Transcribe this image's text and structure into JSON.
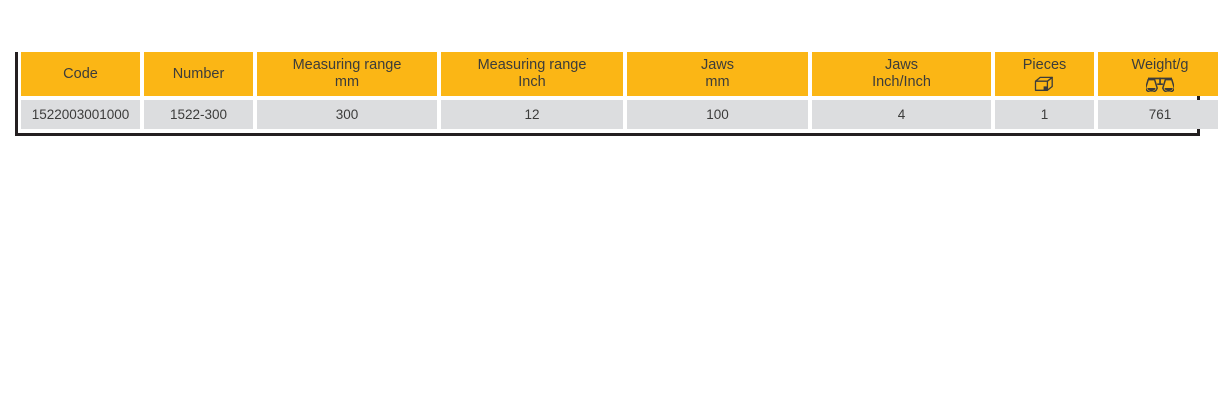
{
  "table": {
    "columns": [
      {
        "key": "code",
        "label": "Code",
        "sub": "",
        "icon": ""
      },
      {
        "key": "number",
        "label": "Number",
        "sub": "",
        "icon": ""
      },
      {
        "key": "range_mm",
        "label": "Measuring range",
        "sub": "mm",
        "icon": ""
      },
      {
        "key": "range_inch",
        "label": "Measuring range",
        "sub": "Inch",
        "icon": ""
      },
      {
        "key": "jaws_mm",
        "label": "Jaws",
        "sub": "mm",
        "icon": ""
      },
      {
        "key": "jaws_inch",
        "label": "Jaws",
        "sub": "Inch/Inch",
        "icon": ""
      },
      {
        "key": "pieces",
        "label": "Pieces",
        "sub": "",
        "icon": "box-icon"
      },
      {
        "key": "weight",
        "label": "Weight/g",
        "sub": "",
        "icon": "scale-icon"
      }
    ],
    "rows": [
      {
        "code": "1522003001000",
        "number": "1522-300",
        "range_mm": "300",
        "range_inch": "12",
        "jaws_mm": "100",
        "jaws_inch": "4",
        "pieces": "1",
        "weight": "761"
      }
    ]
  },
  "colors": {
    "header_background": "#fbb615",
    "row_background": "#dcdddf",
    "text": "#3c3c3b",
    "border": "#231f20",
    "page_background": "#ffffff"
  }
}
